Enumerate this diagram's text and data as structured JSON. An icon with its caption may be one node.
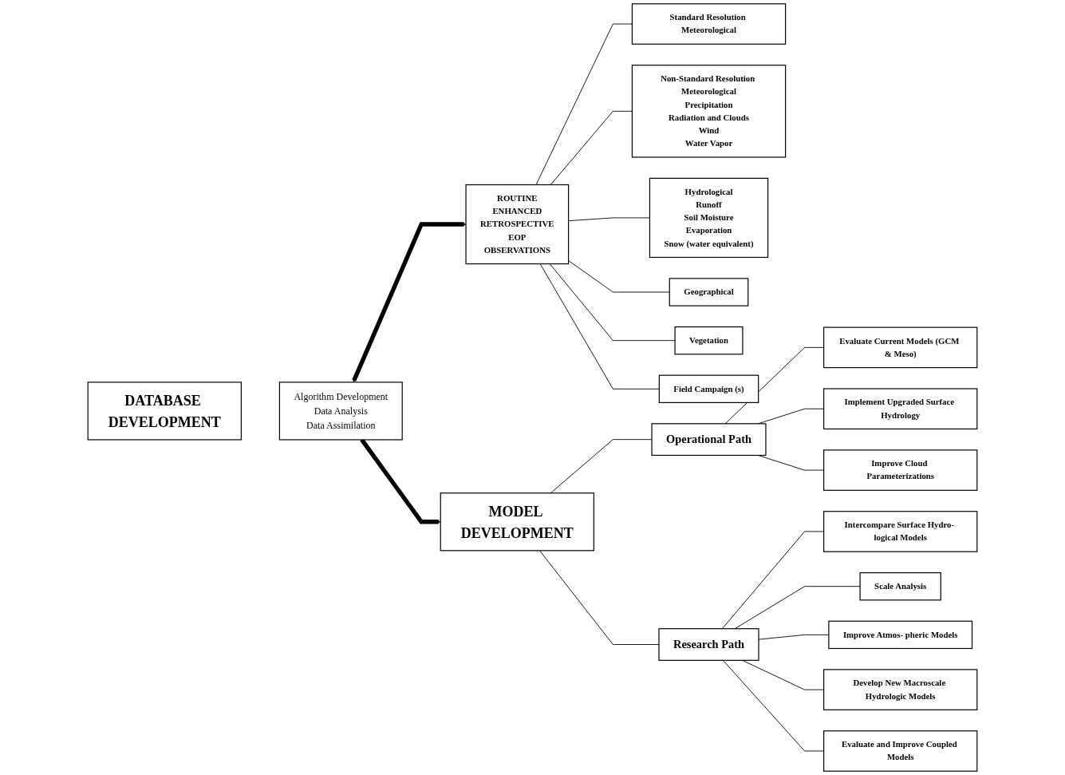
{
  "diagram": {
    "nodes": [
      {
        "text": [
          "DATABASE DEVELOPMENT"
        ]
      },
      {
        "text": [
          "ROUTINE",
          "ENHANCED",
          "RETROSPECTIVE",
          "EOP",
          "OBSERVATIONS"
        ]
      },
      {
        "text": [
          "Standard Resolution Meteorological"
        ]
      },
      {
        "text": [
          "Non-Standard Resolution Meteorological",
          "Precipitation",
          "Radiation and Clouds",
          "Wind",
          "Water Vapor"
        ]
      },
      {
        "text": [
          "Hydrological",
          "Runoff",
          "Soil Moisture",
          "Evaporation",
          "Snow (water equivalent)"
        ]
      },
      {
        "text": [
          "Geographical"
        ]
      },
      {
        "text": [
          "Vegetation"
        ]
      },
      {
        "text": [
          "Field Campaign (s)"
        ]
      },
      {
        "text": [
          "MODEL DEVELOPMENT"
        ]
      },
      {
        "text": [
          "Operational Path"
        ]
      },
      {
        "text": [
          "Research Path"
        ]
      },
      {
        "text": [
          "Evaluate Current Models (GCM & Meso)"
        ]
      },
      {
        "text": [
          "Implement Upgraded Surface Hydrology"
        ]
      },
      {
        "text": [
          "Improve Cloud Parameterizations"
        ]
      },
      {
        "text": [
          "Intercompare Surface Hydro- logical Models"
        ]
      },
      {
        "text": [
          "Scale Analysis"
        ]
      },
      {
        "text": [
          "Improve Atmos- pheric Models"
        ]
      },
      {
        "text": [
          "Develop New Macroscale Hydrologic Models"
        ]
      },
      {
        "text": [
          "Evaluate and Improve Coupled Models"
        ]
      },
      {
        "text": [
          "Algorithm Development",
          "Data Analysis",
          "Data Assimilation"
        ]
      }
    ],
    "edges": [
      {
        "from": 1,
        "to": 2,
        "arrow": "none"
      },
      {
        "from": 1,
        "to": 3,
        "arrow": "none"
      },
      {
        "from": 1,
        "to": 4,
        "arrow": "none"
      },
      {
        "from": 1,
        "to": 5,
        "arrow": "none"
      },
      {
        "from": 1,
        "to": 6,
        "arrow": "none"
      },
      {
        "from": 1,
        "to": 7,
        "arrow": "none"
      },
      {
        "from": 8,
        "to": 9,
        "arrow": "none"
      },
      {
        "from": 8,
        "to": 10,
        "arrow": "none"
      },
      {
        "from": 9,
        "to": 11,
        "arrow": "none"
      },
      {
        "from": 9,
        "to": 12,
        "arrow": "none"
      },
      {
        "from": 9,
        "to": 13,
        "arrow": "none"
      },
      {
        "from": 10,
        "to": 14,
        "arrow": "none"
      },
      {
        "from": 10,
        "to": 15,
        "arrow": "none"
      },
      {
        "from": 10,
        "to": 16,
        "arrow": "none"
      },
      {
        "from": 10,
        "to": 17,
        "arrow": "none"
      },
      {
        "from": 10,
        "to": 18,
        "arrow": "none"
      },
      {
        "from": 19,
        "to": 1,
        "arrow": "both",
        "style": "thick"
      },
      {
        "from": 19,
        "to": 8,
        "arrow": "to",
        "style": "thick"
      }
    ]
  }
}
